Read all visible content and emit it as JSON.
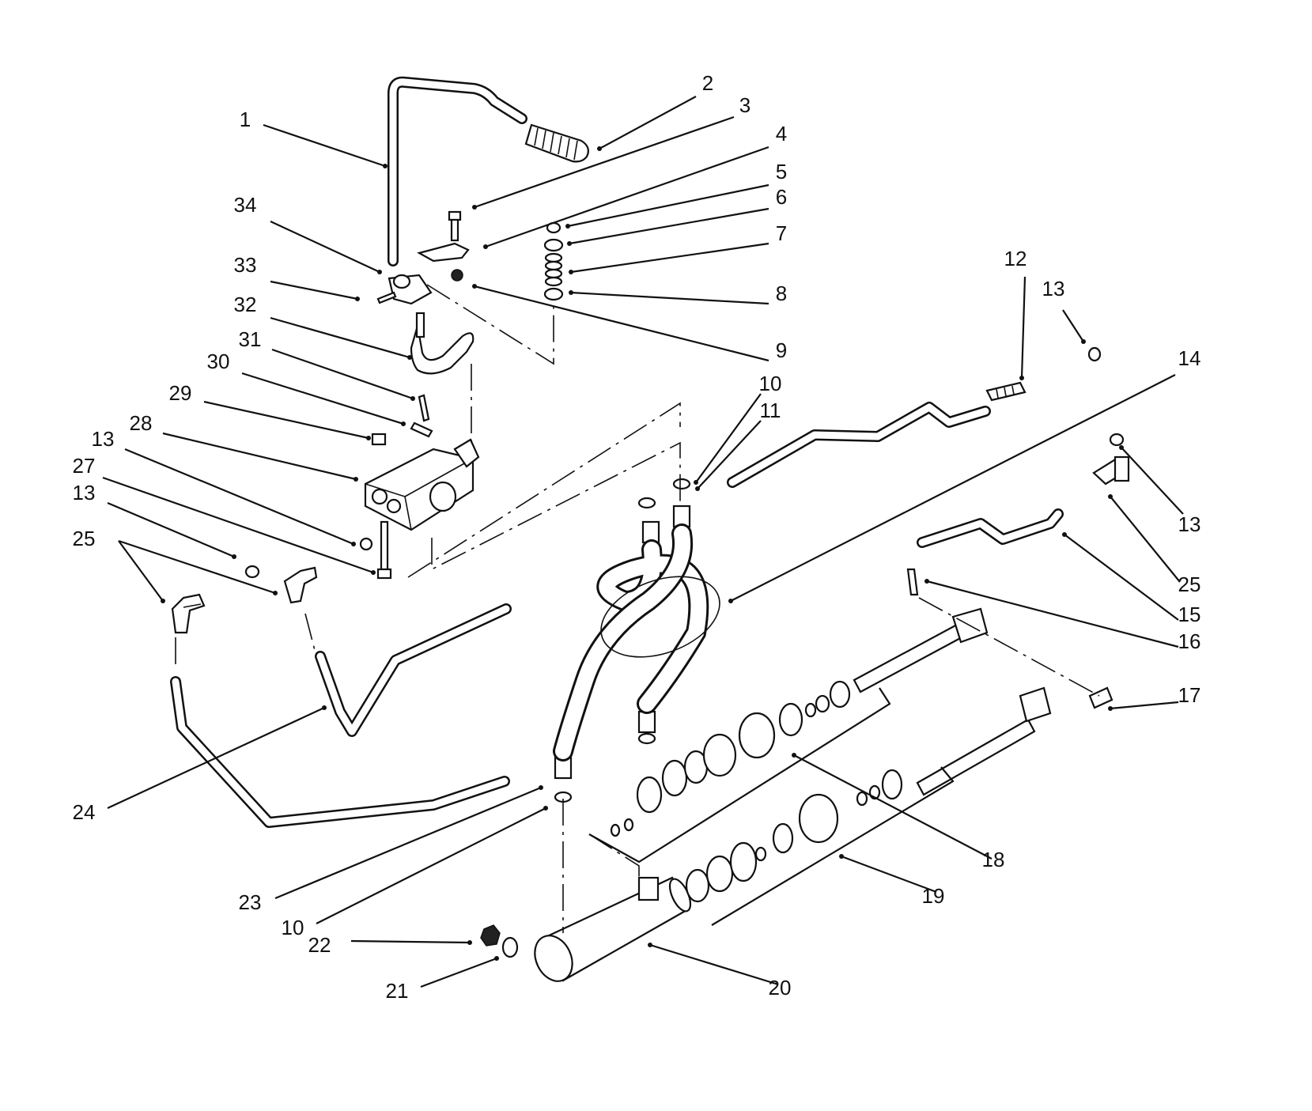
{
  "diagram": {
    "callouts": [
      "1",
      "2",
      "3",
      "4",
      "5",
      "6",
      "7",
      "8",
      "9",
      "10",
      "11",
      "12",
      "13",
      "13",
      "13",
      "13",
      "14",
      "15",
      "16",
      "17",
      "18",
      "19",
      "20",
      "21",
      "22",
      "23",
      "24",
      "25",
      "25",
      "10",
      "27",
      "28",
      "29",
      "30",
      "31",
      "32",
      "33",
      "34"
    ]
  }
}
